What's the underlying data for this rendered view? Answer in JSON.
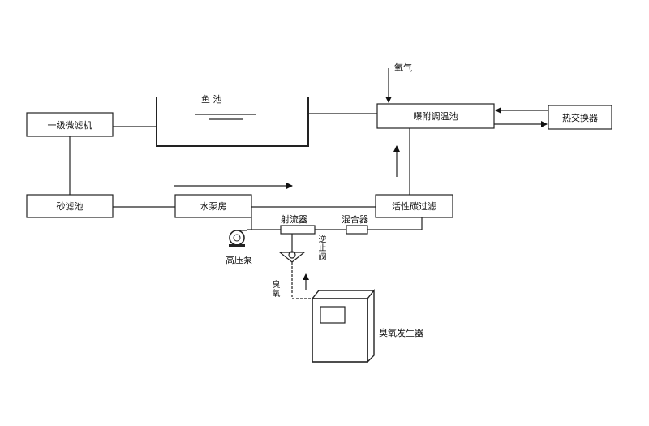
{
  "diagram": {
    "units": {
      "primary_filter": "一级微滤机",
      "fish_pond": "鱼 池",
      "sand_filter": "砂滤池",
      "pump_room": "水泵房",
      "aeration_tank": "曝附调温池",
      "heat_exchanger": "热交换器",
      "carbon_filter": "活性碳过滤",
      "ejector": "射流器",
      "mixer": "混合器",
      "high_pressure_pump": "高压泵",
      "check_valve": "逆止阀",
      "ozone_generator": "臭氧发生器"
    },
    "flows": {
      "oxygen": "氧气",
      "ozone": "臭氧"
    }
  }
}
